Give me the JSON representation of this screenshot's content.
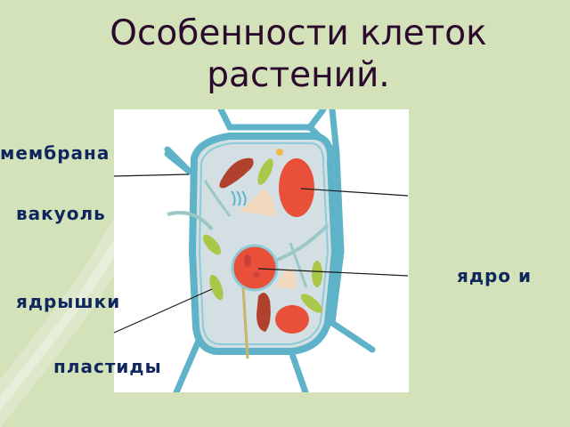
{
  "slide": {
    "title_line1": "Особенности клеток",
    "title_line2": "растений.",
    "background_color": "#d3e2b8",
    "title_color": "#2b0a2e",
    "label_color": "#10275e"
  },
  "labels": {
    "membrane": "мембрана",
    "vacuole": "вакуоль",
    "nucleus_and": "ядро и",
    "nucleoli": "ядрышки",
    "plastids": "пластиды"
  },
  "figure": {
    "subject": "plant-cell-diagram",
    "colors": {
      "cell_wall": "#5fb3c8",
      "cytoplasm": "#d4dfe4",
      "nucleus": "#e8503a",
      "chloroplast": "#a9c84a",
      "mitochondria": "#b0412d",
      "vacuole_body": "#f1d9bd"
    }
  }
}
